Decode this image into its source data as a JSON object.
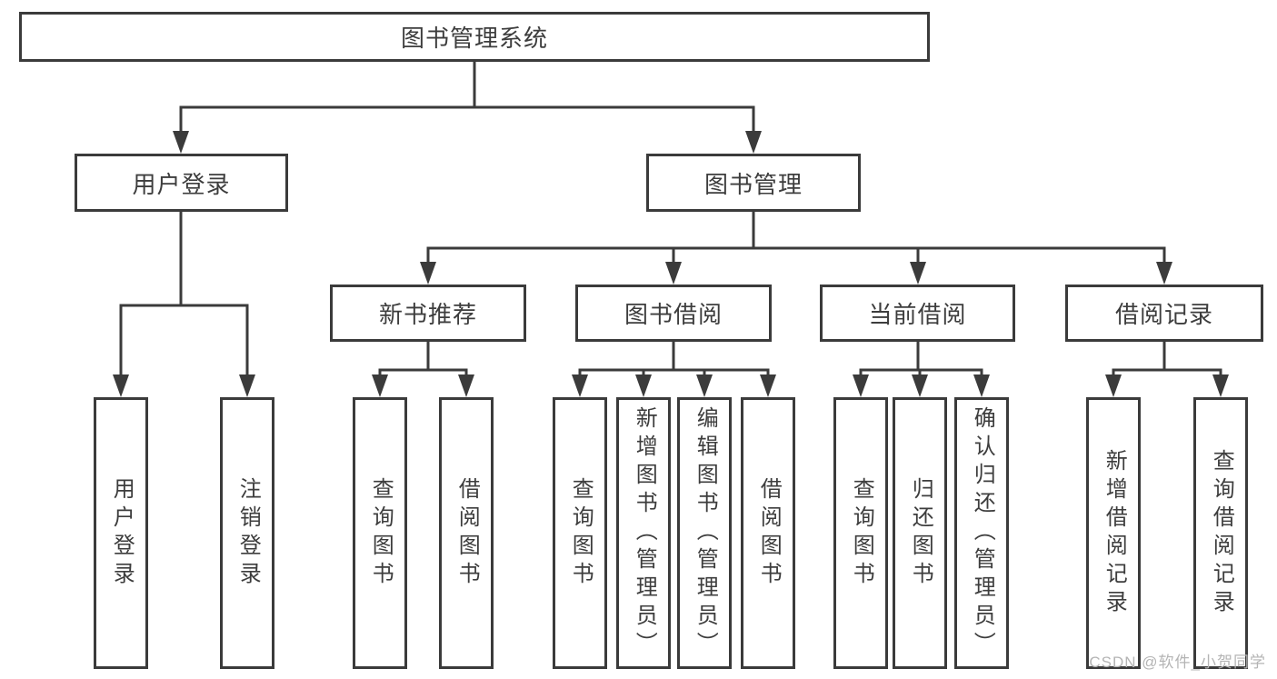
{
  "nodes": {
    "root": "图书管理系统",
    "user_login": "用户登录",
    "book_management": "图书管理",
    "new_book": "新书推荐",
    "book_borrow": "图书借阅",
    "current_borrow": "当前借阅",
    "borrow_record": "借阅记录"
  },
  "leaves": {
    "user_login": "用户登录",
    "logout": "注销登录",
    "nb_query": "查询图书",
    "nb_borrow": "借阅图书",
    "bb_query": "查询图书",
    "bb_add": "新增图书（管理员）",
    "bb_edit": "编辑图书（管理员）",
    "bb_borrow": "借阅图书",
    "cb_query": "查询图书",
    "cb_return": "归还图书",
    "cb_confirm": "确认归还（管理员）",
    "br_add": "新增借阅记录",
    "br_query": "查询借阅记录"
  },
  "watermark": {
    "text": "CSDN @软件_小贺同学"
  },
  "colors": {
    "line": "#3b3b3b",
    "text": "#3d3d3d",
    "background": "#ffffff",
    "watermark": "#b4b4b4"
  }
}
